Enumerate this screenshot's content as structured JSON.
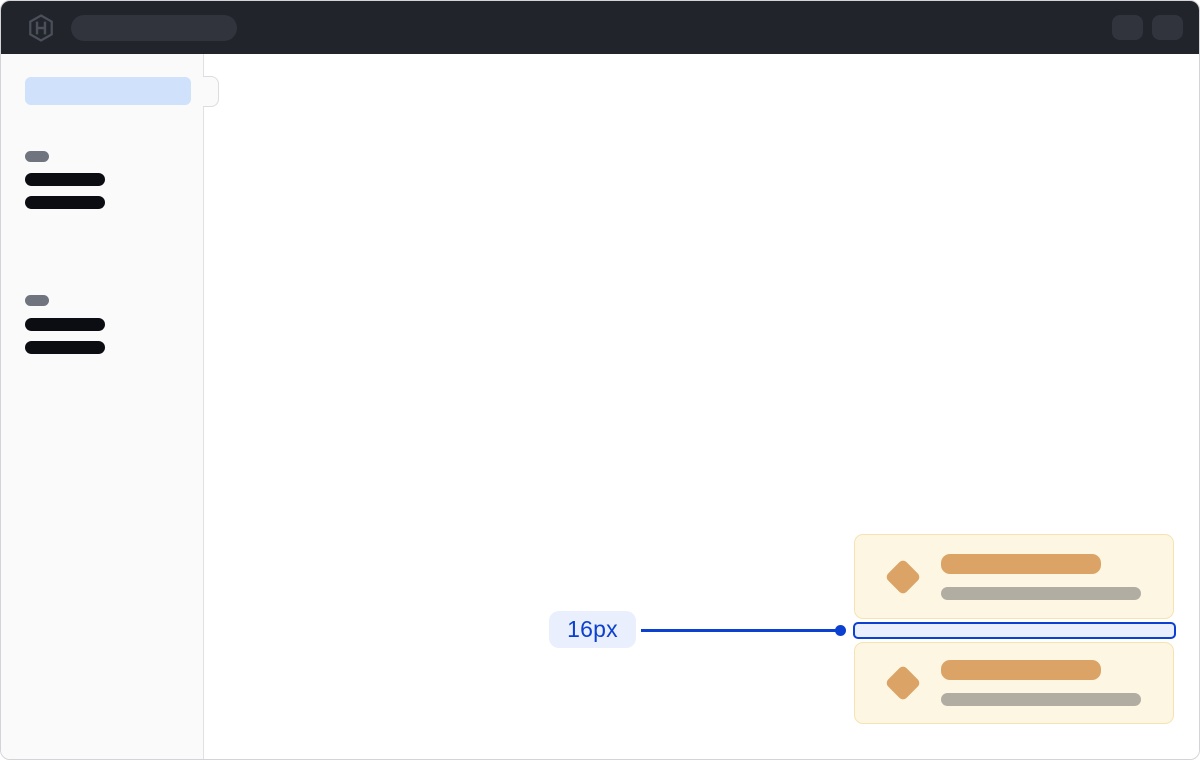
{
  "colors": {
    "frame_border": "#d3d3d8",
    "topbar_bg": "#22242b",
    "topbar_pill": "#31343c",
    "logo": "#4a4f59",
    "sidebar_bg": "#fafafa",
    "sidebar_border": "#e1e1e5",
    "toggle_border": "#dcdce0",
    "selected_item": "#cfe1fb",
    "skeleton_dark": "#0b0d12",
    "skeleton_gray": "#70747e",
    "card_bg": "#fdf6e3",
    "card_border": "#f5e3b2",
    "card_orange": "#dba466",
    "card_gray": "#b2ada3",
    "accent_blue": "#0c40d0",
    "accent_blue_bg": "#e9effc"
  },
  "topbar": {
    "logo_icon": "hashicorp-logo",
    "search_skeleton": "search-input-placeholder",
    "right_pills": [
      "help-button-skeleton",
      "user-menu-skeleton"
    ]
  },
  "sidebar": {
    "active_item_skeleton": true,
    "collapse_toggle": true,
    "groups": [
      {
        "label_skeleton": true,
        "item_skeletons": 2
      },
      {
        "label_skeleton": true,
        "item_skeletons": 2
      }
    ]
  },
  "main": {
    "cards": [
      {
        "icon": "diamond-icon",
        "title_skeleton": true,
        "subtitle_skeleton": true
      },
      {
        "icon": "diamond-icon",
        "title_skeleton": true,
        "subtitle_skeleton": true
      }
    ],
    "annotation": {
      "label": "16px",
      "type": "spacing-measurement"
    }
  }
}
